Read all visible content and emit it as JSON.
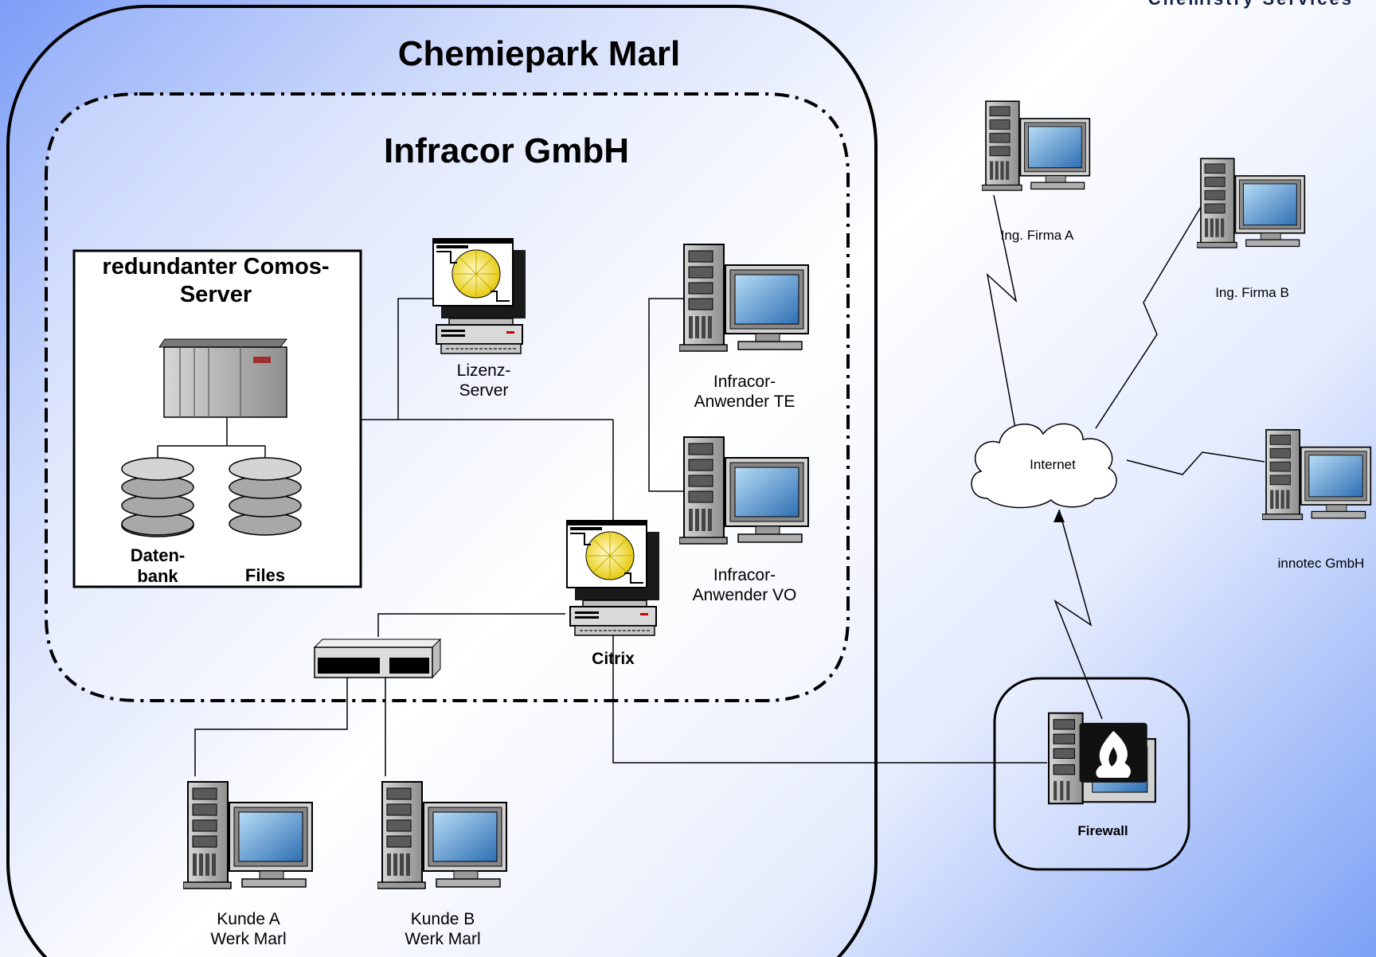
{
  "brand": {
    "text": "Chemistry Services"
  },
  "zones": {
    "outer_title": "Chemiepark Marl",
    "inner_title": "Infracor GmbH",
    "server_box_title": "redundanter Comos-Server"
  },
  "labels": {
    "datenbank": "Daten-bank",
    "files": "Files",
    "lizenz_server": "Lizenz-Server",
    "infracor_te": "Infracor-Anwender TE",
    "infracor_vo": "Infracor-Anwender VO",
    "citrix": "Citrix",
    "kunde_a": "Kunde A Werk Marl",
    "kunde_b": "Kunde B Werk Marl",
    "ing_firma_a": "Ing. Firma A",
    "ing_firma_b": "Ing. Firma B",
    "internet": "Internet",
    "innotec": "innotec GmbH",
    "firewall": "Firewall"
  },
  "colors": {
    "background_edge": "#7d9ef7",
    "background_center": "#ffffff",
    "monitor_screen": "#4b8cc8",
    "disc": "#f4e03a",
    "line": "#000000"
  },
  "icons": {
    "server": "server-rack-icon",
    "workstation": "tower-workstation-icon",
    "database": "database-cylinder-icon",
    "file_store": "file-storage-cylinder-icon",
    "license": "disc-workstation-icon",
    "hub": "network-hub-icon",
    "cloud": "internet-cloud-icon",
    "firewall": "firewall-flame-icon"
  }
}
